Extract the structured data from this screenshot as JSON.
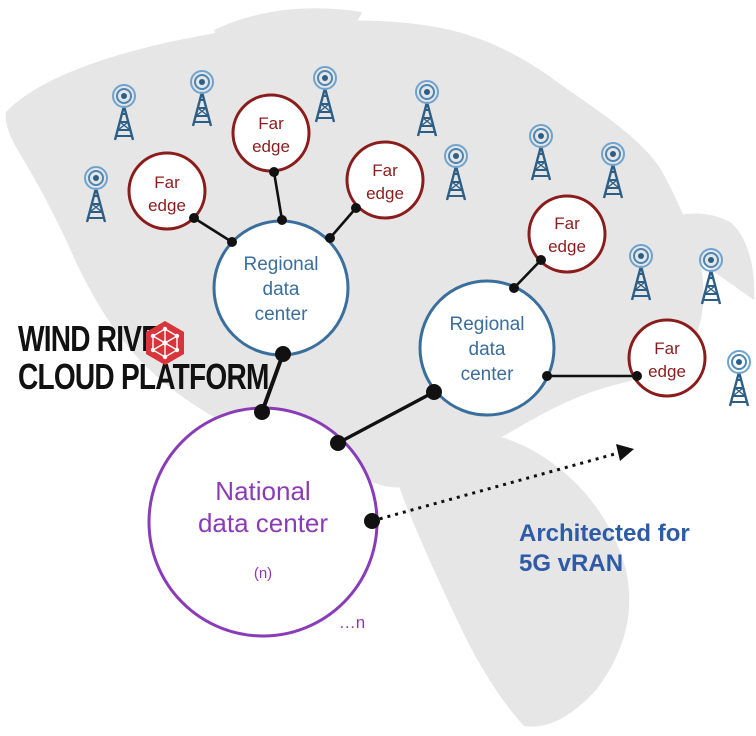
{
  "colors": {
    "far_edge": "#8b1c1c",
    "regional": "#3a6e9c",
    "national": "#8a3cb8",
    "tagline": "#2f5aa6",
    "logo_accent": "#d8343a",
    "map": "#e6e6e6",
    "connector": "#111111"
  },
  "icons": {
    "tower": "cell-tower-icon",
    "logo_mark": "hexagon-network-icon",
    "map": "world-map-silhouette"
  },
  "diagram": {
    "far_edges": [
      {
        "line1": "Far",
        "line2": "edge"
      },
      {
        "line1": "Far",
        "line2": "edge"
      },
      {
        "line1": "Far",
        "line2": "edge"
      },
      {
        "line1": "Far",
        "line2": "edge"
      },
      {
        "line1": "Far",
        "line2": "edge"
      }
    ],
    "regionals": [
      {
        "line1": "Regional",
        "line2": "data",
        "line3": "center"
      },
      {
        "line1": "Regional",
        "line2": "data",
        "line3": "center"
      }
    ],
    "national": {
      "line1": "National",
      "line2": "data center",
      "count": "(n)",
      "suffix": "…n"
    }
  },
  "logo": {
    "line1": "WIND RIVER",
    "line2": "CLOUD PLATFORM"
  },
  "tagline": {
    "line1": "Architected for",
    "line2": "5G vRAN"
  }
}
